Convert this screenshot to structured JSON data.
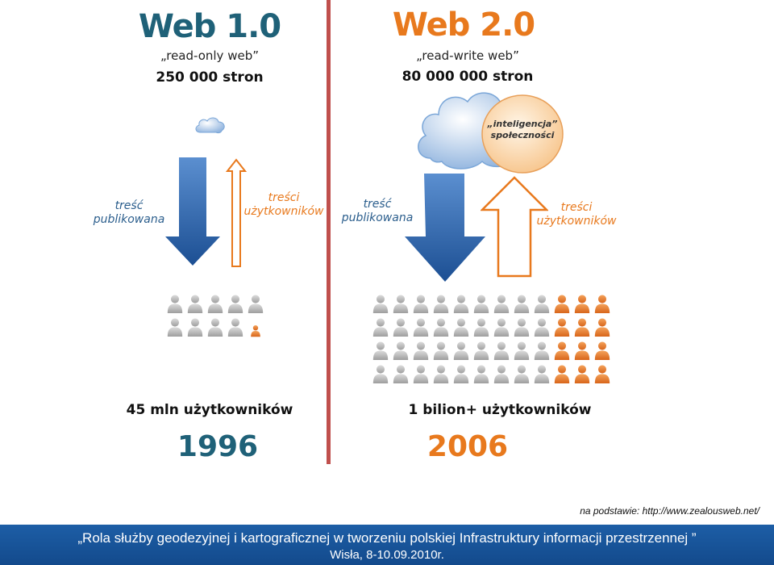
{
  "web1": {
    "title": "Web 1.0",
    "subtitle": "„read-only web”",
    "pages": "250 000 stron",
    "down_label_line1": "treść",
    "down_label_line2": "publikowana",
    "up_label_line1": "treści",
    "up_label_line2": "użytkowników",
    "users": "45 mln użytkowników",
    "year": "1996"
  },
  "web2": {
    "title": "Web 2.0",
    "subtitle": "„read-write web”",
    "pages": "80 000 000 stron",
    "cloud_line1": "„inteligencja”",
    "cloud_line2": "społeczności",
    "down_label_line1": "treść",
    "down_label_line2": "publikowana",
    "up_label_line1": "treści",
    "up_label_line2": "użytkowników",
    "users": "1 bilion+ użytkowników",
    "year": "2006"
  },
  "source": "na podstawie: http://www.zealousweb.net/",
  "footer": {
    "line1": "„Rola służby geodezyjnej i kartograficznej  w tworzeniu polskiej Infrastruktury informacji przestrzennej ”",
    "line2": "Wisła, 8-10.09.2010r."
  },
  "colors": {
    "web1": "#1f6178",
    "web2": "#e8791d",
    "divider": "#c0504d",
    "footer": "#1d5ea6",
    "person_gray": "#b5b5b5",
    "person_orange": "#e8791d"
  },
  "icons": {
    "person": "user-silhouette-icon",
    "cloud": "cloud-icon",
    "arrow_down": "solid-arrow-down-icon",
    "arrow_up": "outline-arrow-up-icon"
  }
}
